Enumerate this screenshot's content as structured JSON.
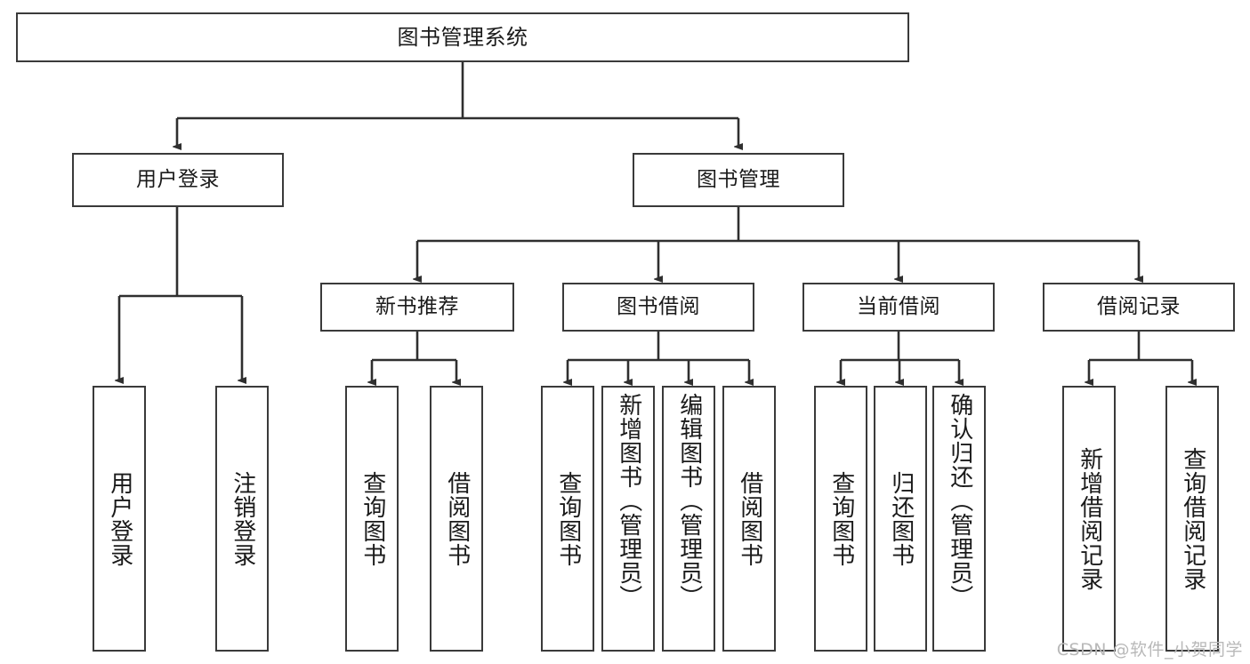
{
  "diagram": {
    "title": "图书管理系统",
    "type": "tree-hierarchy",
    "root": {
      "label": "图书管理系统"
    },
    "level2": [
      {
        "label": "用户登录"
      },
      {
        "label": "图书管理"
      }
    ],
    "level3": [
      {
        "label": "新书推荐"
      },
      {
        "label": "图书借阅"
      },
      {
        "label": "当前借阅"
      },
      {
        "label": "借阅记录"
      }
    ],
    "leaves": {
      "user_login": [
        {
          "label": "用户登录"
        },
        {
          "label": "注销登录"
        }
      ],
      "new_book_recommend": [
        {
          "label": "查询图书"
        },
        {
          "label": "借阅图书"
        }
      ],
      "book_borrow": [
        {
          "label": "查询图书"
        },
        {
          "label": "新增图书（管理员）"
        },
        {
          "label": "编辑图书（管理员）"
        },
        {
          "label": "借阅图书"
        }
      ],
      "current_borrow": [
        {
          "label": "查询图书"
        },
        {
          "label": "归还图书"
        },
        {
          "label": "确认归还（管理员）"
        }
      ],
      "borrow_record": [
        {
          "label": "新增借阅记录"
        },
        {
          "label": "查询借阅记录"
        }
      ]
    }
  },
  "watermark": {
    "text": "CSDN @软件_小贺同学"
  },
  "colors": {
    "stroke": "#3a3a3a",
    "background": "#ffffff",
    "text": "#1a1a1a",
    "watermark": "#b9b9b9"
  }
}
